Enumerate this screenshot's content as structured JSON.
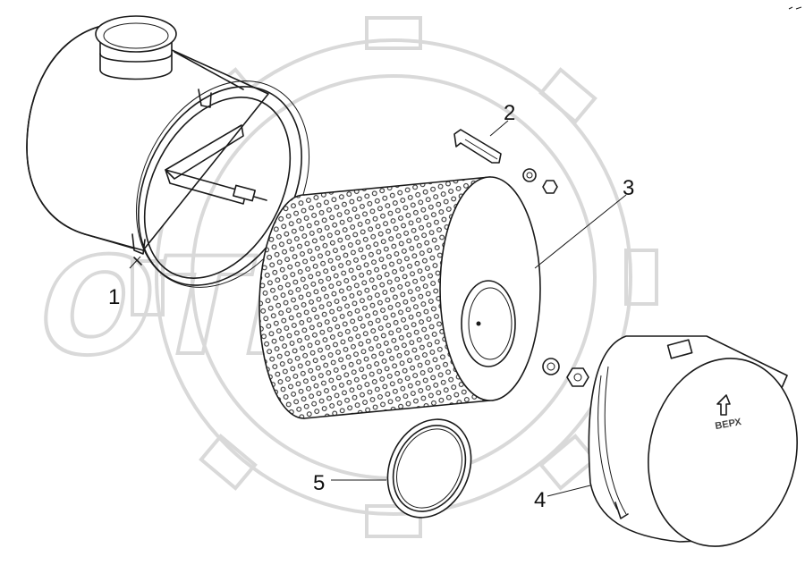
{
  "watermark": {
    "text": "OTEX"
  },
  "parts": [
    {
      "id": "part-1",
      "label": "1"
    },
    {
      "id": "part-2",
      "label": "2"
    },
    {
      "id": "part-3",
      "label": "3"
    },
    {
      "id": "part-4",
      "label": "4"
    },
    {
      "id": "part-5",
      "label": "5"
    }
  ],
  "cover_marking": "ВЕРХ",
  "colors": {
    "ink": "#1a1a1a",
    "watermark": "#d9d9d9",
    "background": "#ffffff"
  }
}
